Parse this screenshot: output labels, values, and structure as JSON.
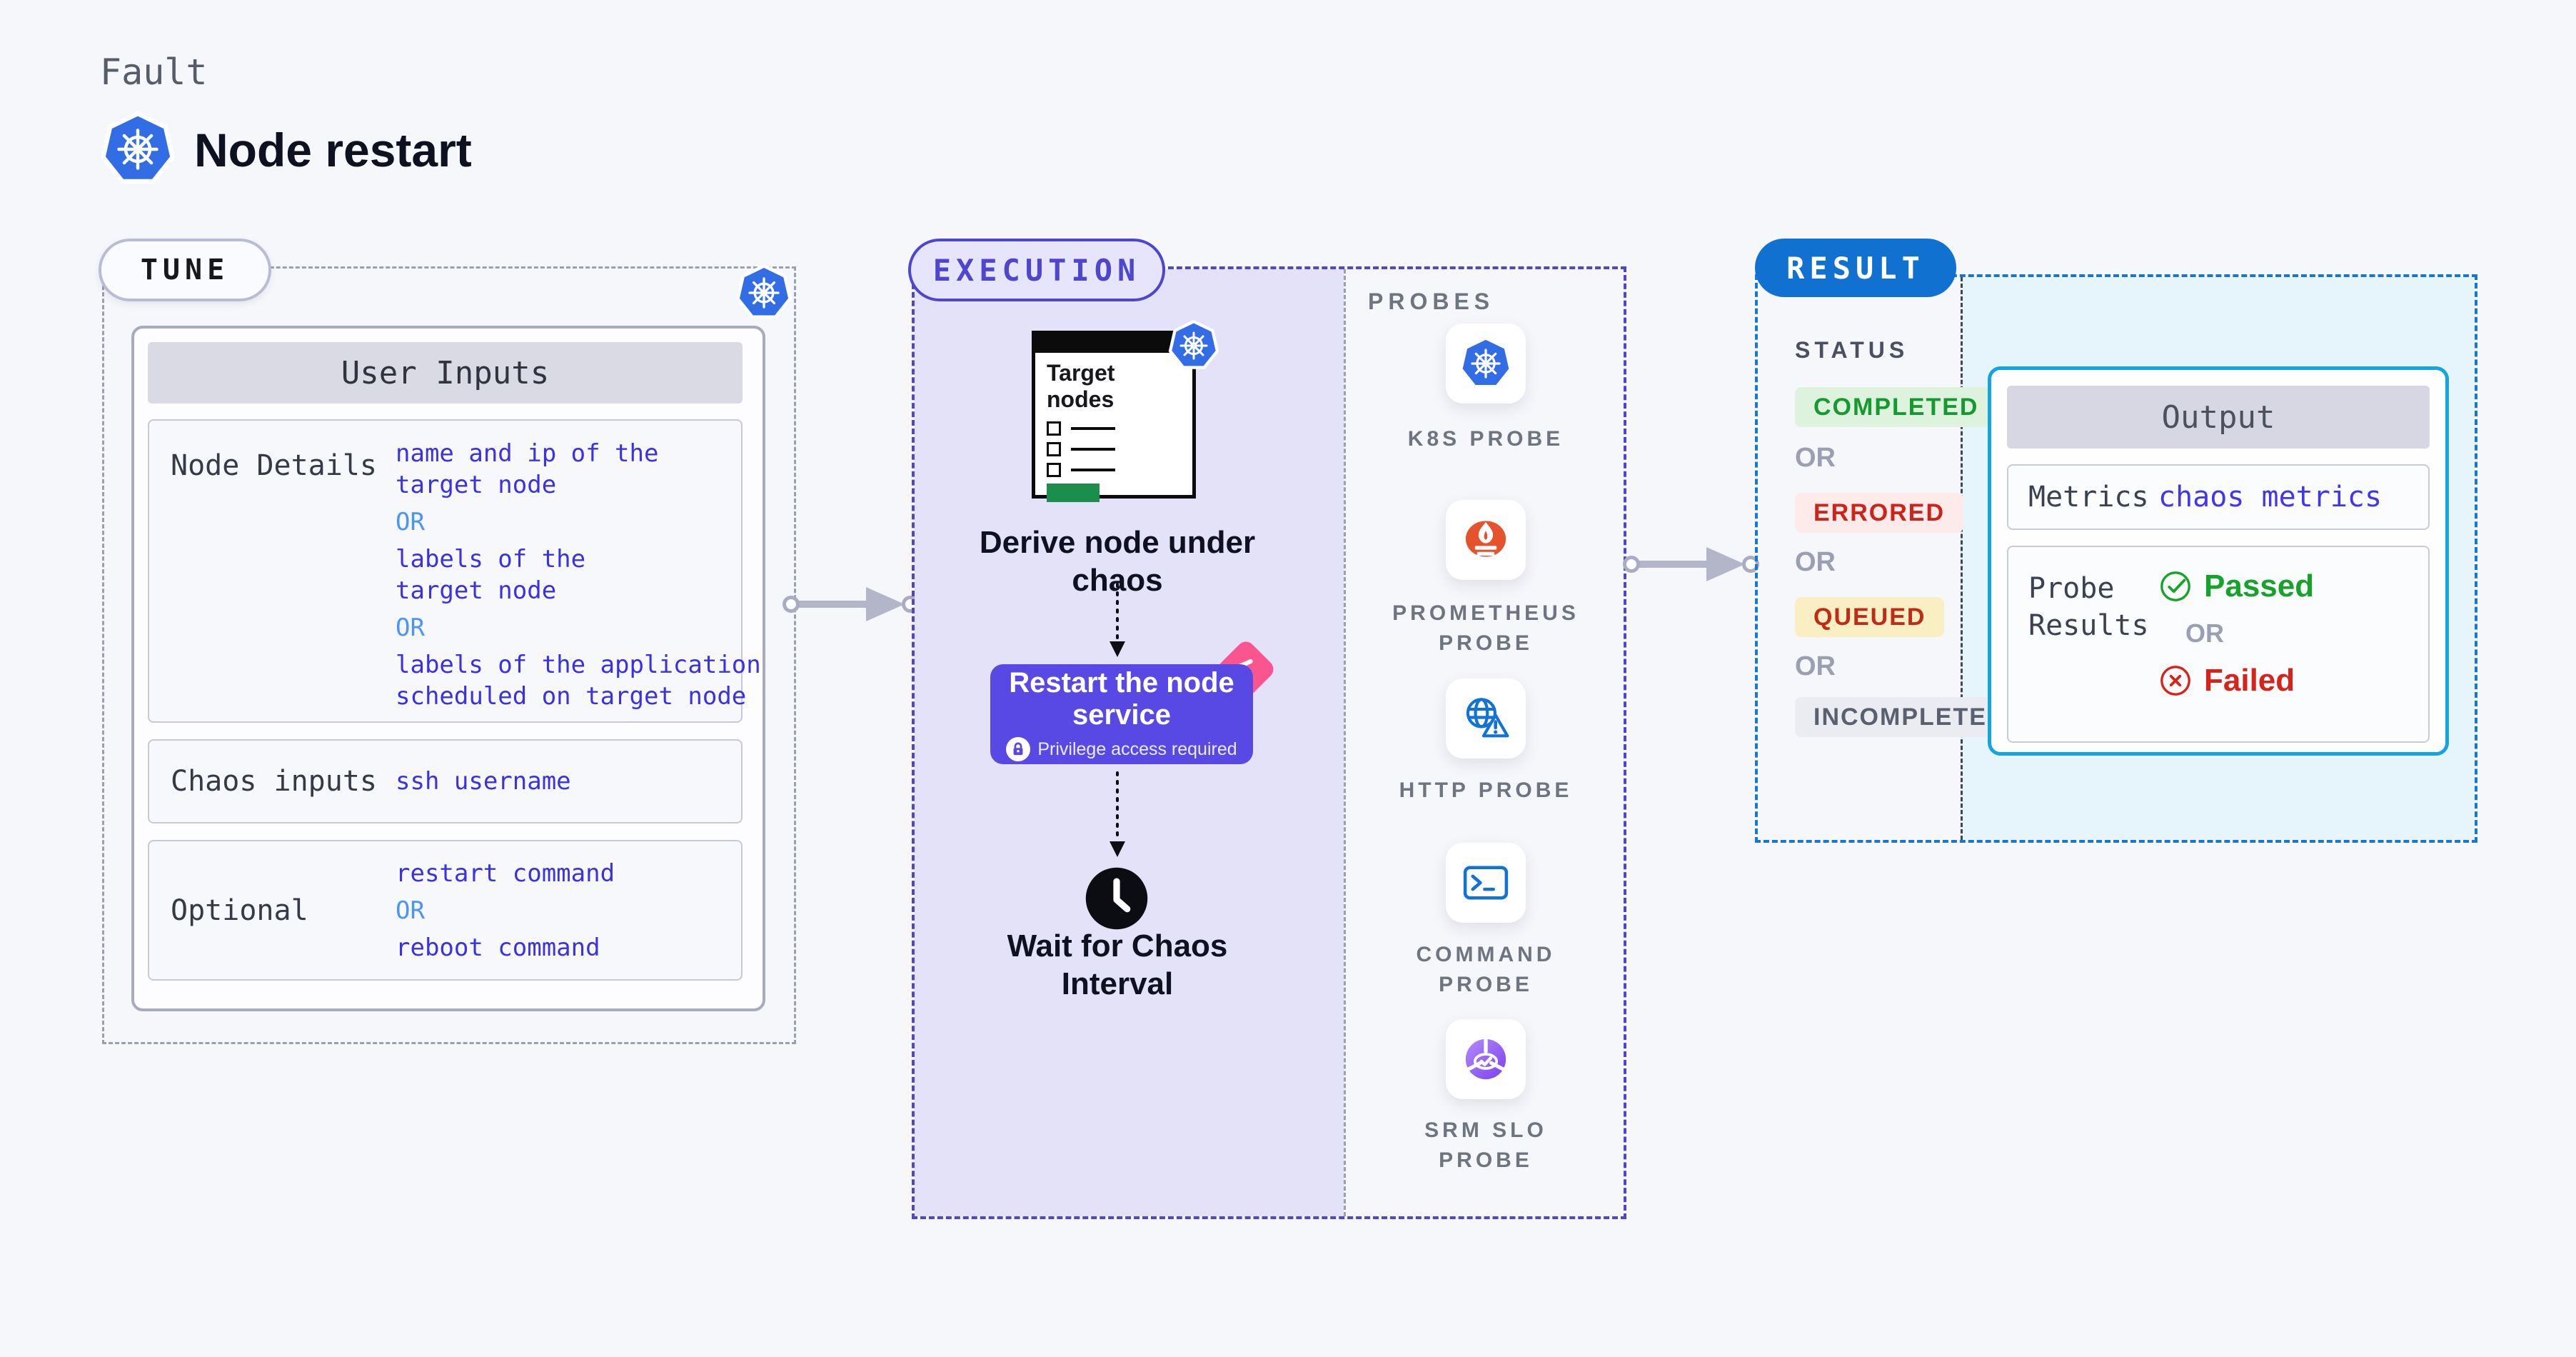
{
  "header": {
    "category": "Fault",
    "title": "Node restart"
  },
  "tune": {
    "pill_label": "TUNE",
    "card": {
      "title": "User Inputs",
      "rows": [
        {
          "label": "Node Details",
          "values": [
            {
              "type": "link",
              "text": "name and ip of the\ntarget node"
            },
            {
              "type": "or",
              "text": "OR"
            },
            {
              "type": "link",
              "text": "labels of the\ntarget node"
            },
            {
              "type": "or",
              "text": "OR"
            },
            {
              "type": "link",
              "text": "labels of the application\nscheduled on target node"
            }
          ]
        },
        {
          "label": "Chaos inputs",
          "values": [
            {
              "type": "link",
              "text": "ssh username"
            }
          ]
        },
        {
          "label": "Optional",
          "values": [
            {
              "type": "link",
              "text": "restart command"
            },
            {
              "type": "or",
              "text": "OR"
            },
            {
              "type": "link",
              "text": "reboot command"
            }
          ]
        }
      ]
    }
  },
  "execution": {
    "pill_label": "EXECUTION",
    "target_card_title": "Target\nnodes",
    "steps": {
      "derive": "Derive node under\nchaos",
      "action_title": "Restart the node\nservice",
      "action_note": "Privilege access required",
      "wait": "Wait for Chaos\nInterval"
    },
    "probes": {
      "heading": "PROBES",
      "items": [
        {
          "label": "K8S PROBE",
          "icon": "k8s-icon"
        },
        {
          "label": "PROMETHEUS\nPROBE",
          "icon": "prometheus-icon"
        },
        {
          "label": "HTTP PROBE",
          "icon": "http-globe-warning-icon"
        },
        {
          "label": "COMMAND\nPROBE",
          "icon": "terminal-icon"
        },
        {
          "label": "SRM SLO\nPROBE",
          "icon": "slo-donut-check-icon"
        }
      ]
    }
  },
  "result": {
    "pill_label": "RESULT",
    "status": {
      "heading": "STATUS",
      "separator": "OR",
      "badges": [
        {
          "label": "COMPLETED",
          "fg": "#169a2f",
          "bg": "#ddf3de"
        },
        {
          "label": "ERRORED",
          "fg": "#cc2418",
          "bg": "#fcebea"
        },
        {
          "label": "QUEUED",
          "fg": "#bf2b16",
          "bg": "#faefc3"
        },
        {
          "label": "INCOMPLETED",
          "fg": "#59606f",
          "bg": "#eaecf2"
        }
      ]
    },
    "output": {
      "title": "Output",
      "metrics_label": "Metrics",
      "metrics_link": "chaos metrics",
      "probe_results_label": "Probe\nResults",
      "passed_label": "Passed",
      "separator": "OR",
      "failed_label": "Failed"
    }
  },
  "colors": {
    "page_bg": "#f6f7fb",
    "indigo_accent": "#4f46cf",
    "execution_fill": "#e4e2f9",
    "action_button": "#5848e4",
    "result_blue": "#1171d1",
    "result_fill": "#e6f4fb",
    "output_border": "#14a5de",
    "link_text": "#3a31e4",
    "or_blue": "#4d94f7",
    "passed_green": "#16a32c",
    "failed_red": "#d6231c",
    "flag_pink": "#fb5590",
    "k8s_blue": "#326de6",
    "prometheus_orange": "#e6522c",
    "http_blue": "#1273d4"
  }
}
